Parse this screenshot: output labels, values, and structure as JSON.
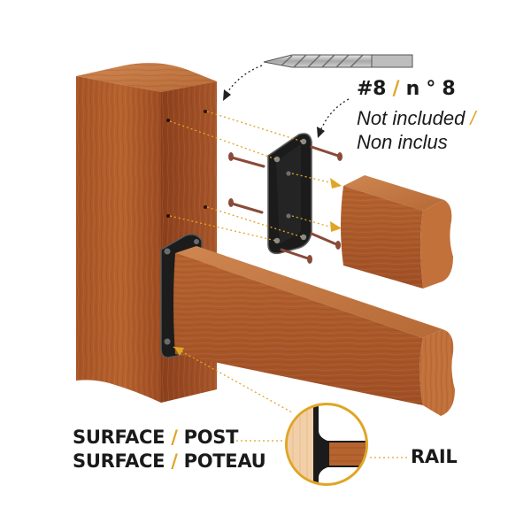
{
  "labels": {
    "screw_size": {
      "en": "#8",
      "sep": " / ",
      "fr": "n ° 8"
    },
    "not_included": {
      "en": "Not included",
      "sep": " /",
      "fr": "Non inclus"
    },
    "surface_post": {
      "a": "SURFACE",
      "sep": " / ",
      "b": "POST"
    },
    "surface_poteau": {
      "a": "SURFACE",
      "sep": " / ",
      "b": "POTEAU"
    },
    "rail": "RAIL"
  },
  "colors": {
    "accent": "#e0a526",
    "wood_front": "#b3602f",
    "wood_side": "#8e4421",
    "wood_top": "#c77a45",
    "bracket": "#1c1c1c",
    "screw": "#8a4a38",
    "text": "#1a1a1a"
  },
  "icons": [
    "drill-bit-icon",
    "screw-icon",
    "bracket-icon"
  ]
}
